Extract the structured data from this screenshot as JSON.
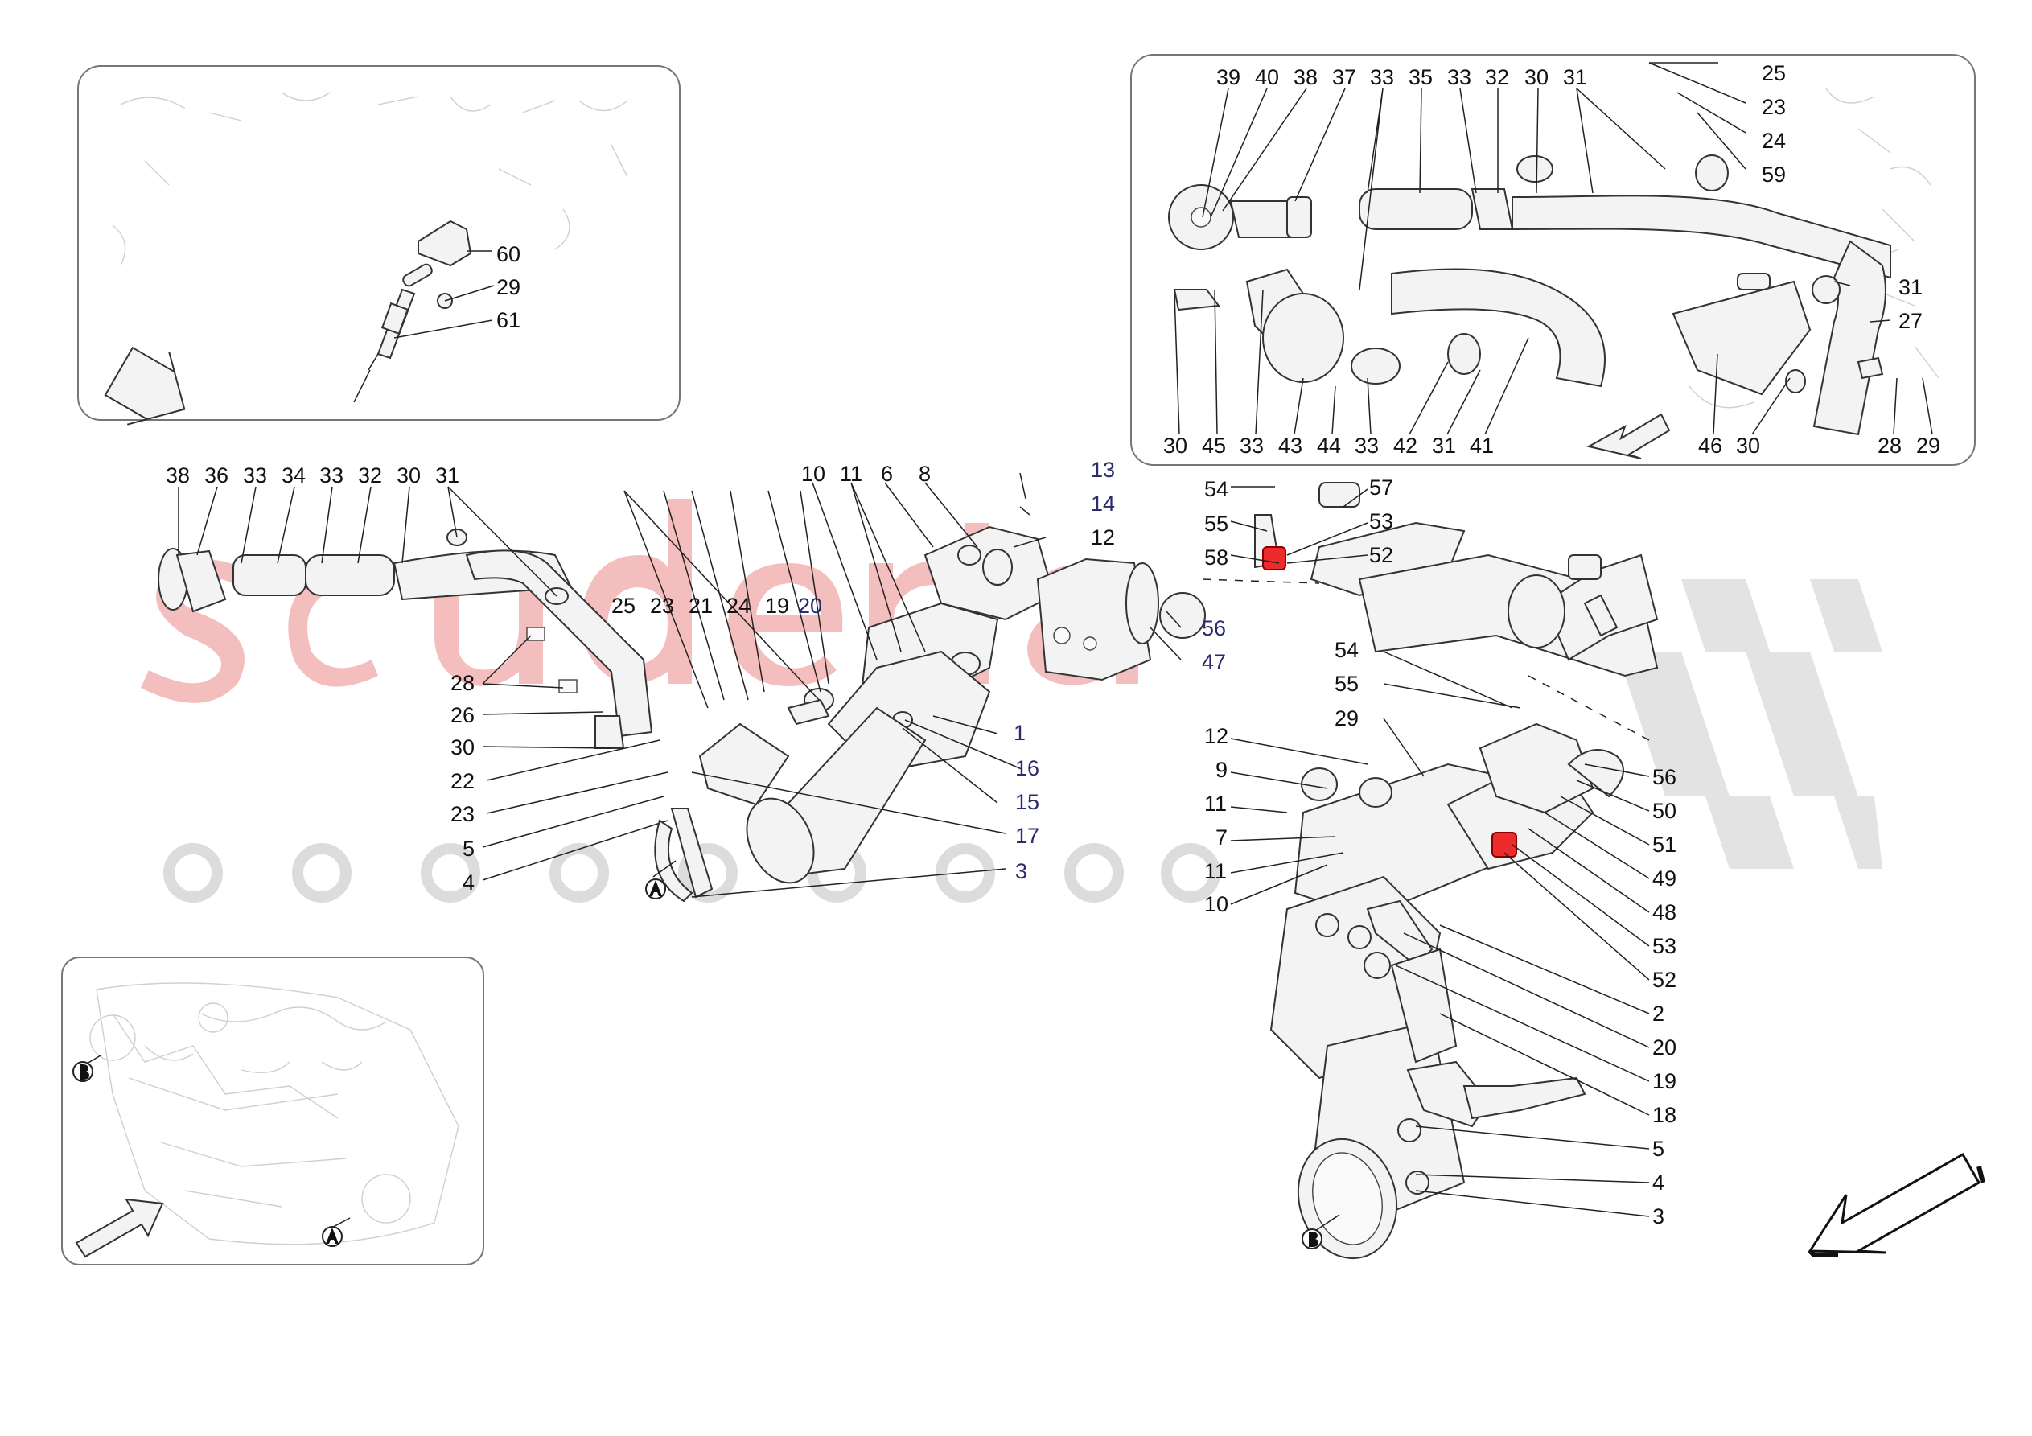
{
  "watermark": {
    "primary_color": "#ee6f6f",
    "secondary_color": "#d7d7d7"
  },
  "markers": {
    "a": "A",
    "b": "B"
  },
  "callouts": {
    "p60": "60",
    "p29a": "29",
    "p61": "61",
    "t39": "39",
    "t40": "40",
    "t38": "38",
    "t37": "37",
    "t33a": "33",
    "t35": "35",
    "t33b": "33",
    "t32": "32",
    "t30a": "30",
    "t31a": "31",
    "t25": "25",
    "t23": "23",
    "t24": "24",
    "t59": "59",
    "t31b": "31",
    "t27": "27",
    "b30a": "30",
    "b45": "45",
    "b33a": "33",
    "b43": "43",
    "b44": "44",
    "b33b": "33",
    "b42": "42",
    "b31": "31",
    "b41": "41",
    "b46": "46",
    "b30b": "30",
    "b28": "28",
    "b29": "29",
    "l38": "38",
    "l36": "36",
    "l33a": "33",
    "l34": "34",
    "l33b": "33",
    "l32": "32",
    "l30": "30",
    "l31": "31",
    "l28": "28",
    "l26": "26",
    "l30b": "30",
    "l22": "22",
    "l23": "23",
    "l5": "5",
    "l4": "4",
    "m25": "25",
    "m23": "23",
    "m21": "21",
    "m24": "24",
    "m19": "19",
    "m20": "20",
    "m10": "10",
    "m11": "11",
    "m6": "6",
    "m8": "8",
    "m13": "13",
    "m14": "14",
    "m12": "12",
    "m1": "1",
    "m16": "16",
    "m15": "15",
    "m17": "17",
    "m3": "3",
    "m56": "56",
    "m47": "47",
    "r54a": "54",
    "r55a": "55",
    "r58": "58",
    "r57": "57",
    "r53a": "53",
    "r52a": "52",
    "r54b": "54",
    "r55b": "55",
    "r29": "29",
    "r12": "12",
    "r9": "9",
    "r11a": "11",
    "r7": "7",
    "r11b": "11",
    "r10": "10",
    "r56": "56",
    "r50": "50",
    "r51": "51",
    "r49": "49",
    "r48": "48",
    "r53b": "53",
    "r52b": "52",
    "r2": "2",
    "r20": "20",
    "r19": "19",
    "r18": "18",
    "r5": "5",
    "r4": "4",
    "r3": "3"
  }
}
